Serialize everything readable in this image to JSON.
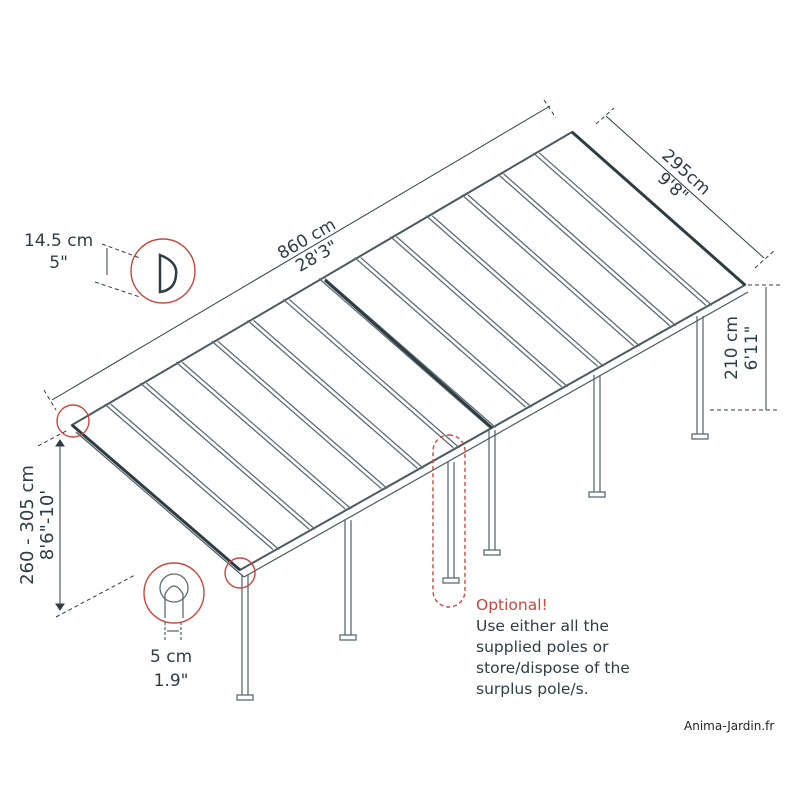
{
  "dimensions": {
    "length": {
      "metric": "860 cm",
      "imperial": "28'3\""
    },
    "width": {
      "metric": "295cm",
      "imperial": "9'8\""
    },
    "back_height": {
      "metric": "210 cm",
      "imperial": "6'11\""
    },
    "front_height": {
      "metric": "260 - 305 cm",
      "imperial": "8'6\"-10'"
    },
    "gutter": {
      "metric": "14.5 cm",
      "imperial": "5\""
    },
    "post": {
      "metric": "5 cm",
      "imperial": "1.9\""
    }
  },
  "note": {
    "heading": "Optional!",
    "lines": [
      "Use either all the",
      "supplied poles or",
      "store/dispose of the",
      "surplus pole/s."
    ]
  },
  "watermark": "Anima-Jardin.fr",
  "colors": {
    "line": "#2e3d44",
    "accent": "#c9473d"
  }
}
